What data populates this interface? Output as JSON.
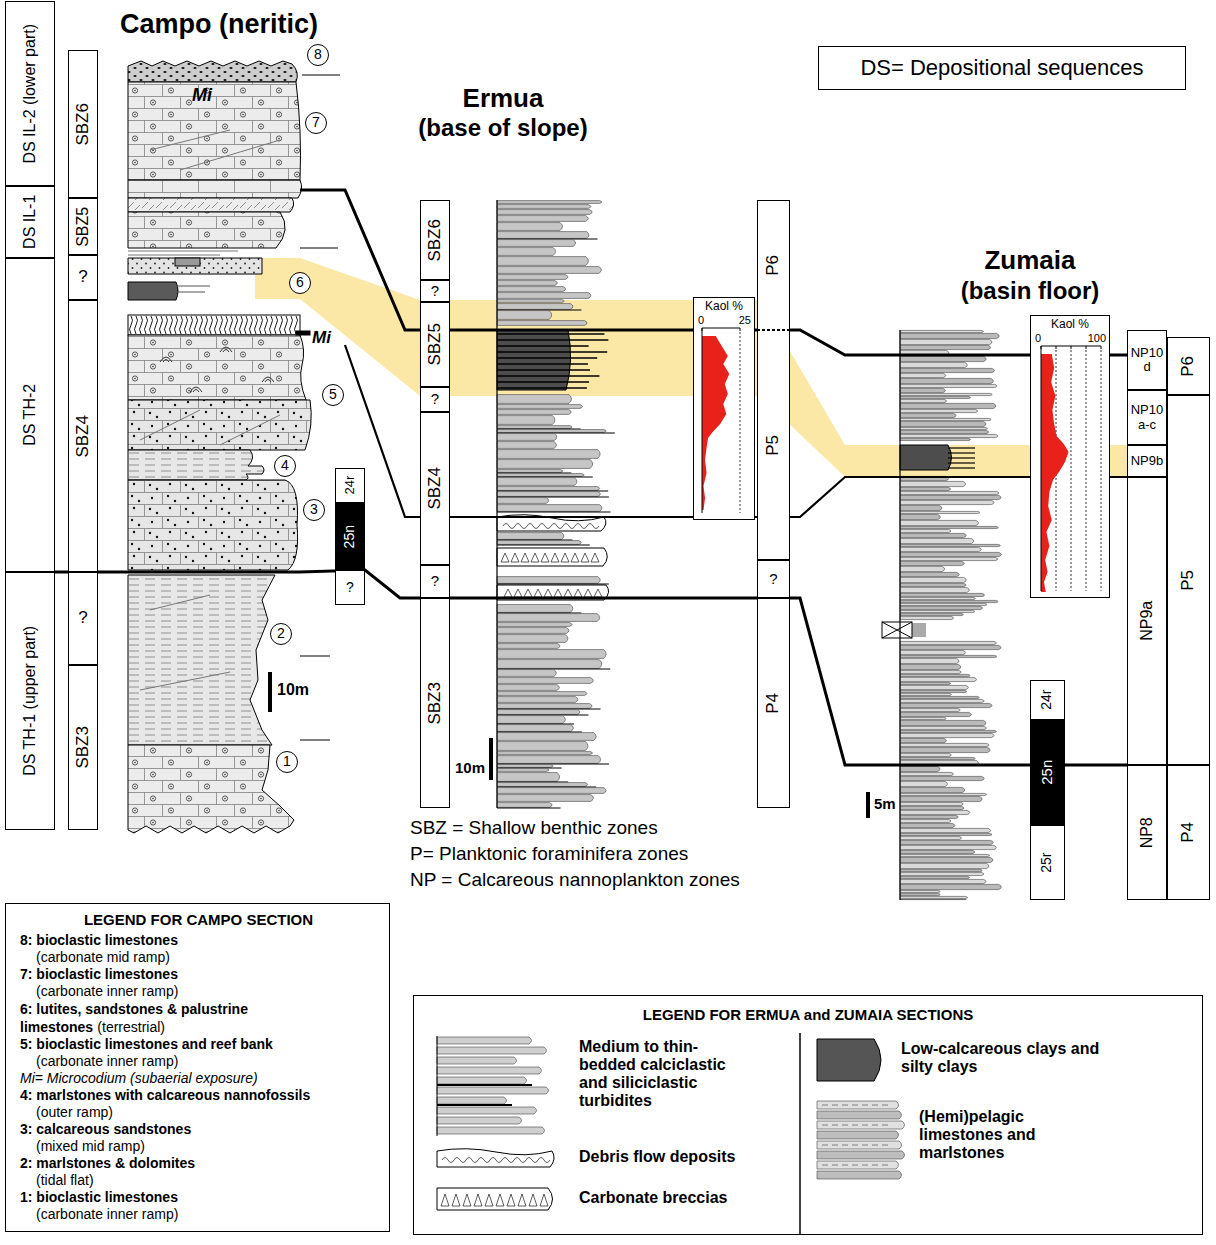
{
  "diagram": {
    "nodes": [
      {
        "text": [
          "DS= Depositional sequences"
        ]
      },
      {
        "text": [
          "DS IL-2 (lower part)"
        ]
      },
      {
        "text": [
          "DS IL-1"
        ]
      },
      {
        "text": [
          "DS TH-2"
        ]
      },
      {
        "text": [
          "DS TH-1 (upper part)"
        ]
      },
      {
        "text": [
          "SBZ6"
        ]
      },
      {
        "text": [
          "SBZ5"
        ]
      },
      {
        "text": [
          "?"
        ]
      },
      {
        "text": [
          "SBZ4"
        ]
      },
      {
        "text": [
          "?"
        ]
      },
      {
        "text": [
          "SBZ3"
        ]
      },
      {
        "text": [
          "24r"
        ]
      },
      {
        "text": [
          "25n"
        ]
      },
      {
        "text": [
          "?"
        ]
      },
      {
        "text": [
          "SBZ6"
        ]
      },
      {
        "text": [
          "?"
        ]
      },
      {
        "text": [
          "SBZ5"
        ]
      },
      {
        "text": [
          "?"
        ]
      },
      {
        "text": [
          "SBZ4"
        ]
      },
      {
        "text": [
          "?"
        ]
      },
      {
        "text": [
          "SBZ3"
        ]
      },
      {
        "text": [
          "Kaol %",
          "0",
          "25"
        ]
      },
      {
        "text": [
          "P6"
        ]
      },
      {
        "text": [
          "P5"
        ]
      },
      {
        "text": [
          "?"
        ]
      },
      {
        "text": [
          "P4"
        ]
      },
      {
        "text": [
          "Kaol %",
          "0",
          "100"
        ]
      },
      {
        "text": [
          "24r"
        ]
      },
      {
        "text": [
          "25n"
        ]
      },
      {
        "text": [
          "25r"
        ]
      },
      {
        "text": [
          "NP10 d"
        ]
      },
      {
        "text": [
          "NP10 a-c"
        ]
      },
      {
        "text": [
          "NP9b"
        ]
      },
      {
        "text": [
          "NP9a"
        ]
      },
      {
        "text": [
          "NP8"
        ]
      },
      {
        "text": [
          "P6"
        ]
      },
      {
        "text": [
          "P5"
        ]
      },
      {
        "text": [
          "P4"
        ]
      },
      {
        "text": [
          "LEGEND FOR CAMPO SECTION",
          "8: bioclastic limestones",
          "(carbonate mid ramp)",
          "7: bioclastic limestones",
          "(carbonate inner ramp)",
          "6: lutites, sandstones & palustrine limestones",
          "(terrestrial)",
          "5: bioclastic limestones and reef bank",
          "(carbonate inner ramp)",
          "Mi= Microcodium (subaerial exposure)",
          "4: marlstones with calcareous nannofossils",
          "(outer ramp)",
          "3: calcareous sandstones",
          "(mixed mid ramp)",
          "2: marlstones & dolomites",
          "(tidal flat)",
          "1: bioclastic limestones",
          "(carbonate inner ramp)"
        ]
      },
      {
        "text": [
          "LEGEND FOR ERMUA and ZUMAIA SECTIONS"
        ]
      },
      {
        "text": [
          "8"
        ]
      },
      {
        "text": [
          "7"
        ]
      },
      {
        "text": [
          "6"
        ]
      },
      {
        "text": [
          "5"
        ]
      },
      {
        "text": [
          "4"
        ]
      },
      {
        "text": [
          "3"
        ]
      },
      {
        "text": [
          "2"
        ]
      },
      {
        "text": [
          "1"
        ]
      }
    ],
    "labels": [
      "Campo (neritic)",
      "Mi",
      "Mi",
      "10m",
      "Ermua",
      "(base of slope)",
      "10m",
      "Zumaia",
      "(basin floor)",
      "5m",
      "SBZ = Shallow benthic zones",
      "P= Planktonic foraminifera zones",
      "NP = Calcareous nannoplankton zones"
    ],
    "legend": [
      {
        "text": "Medium to thin-bedded calciclastic and siliciclastic turbidites"
      },
      {
        "text": "Debris flow deposits"
      },
      {
        "text": "Carbonate breccias"
      },
      {
        "text": "Low-calcareous clays and silty clays",
        "color": "#555555"
      },
      {
        "text": "(Hemi)pelagic limestones and marlstones"
      }
    ]
  }
}
